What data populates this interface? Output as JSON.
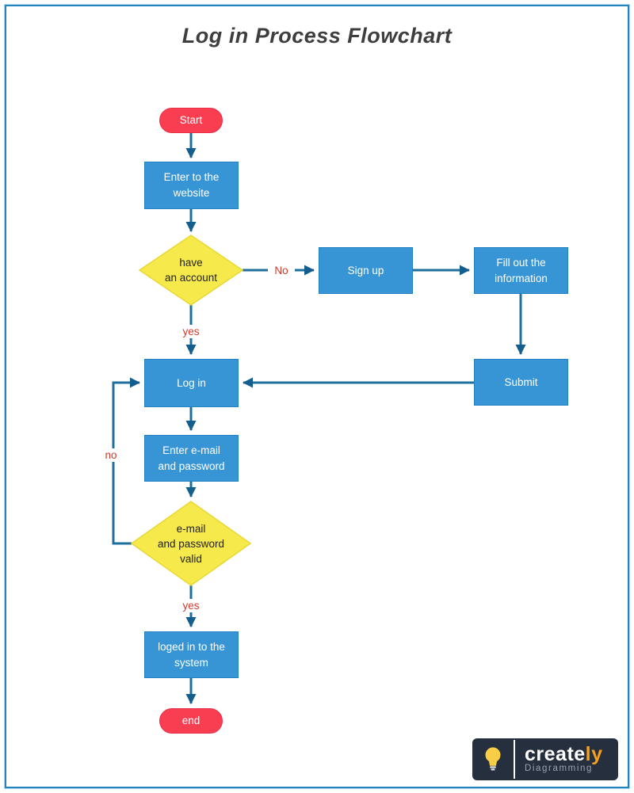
{
  "title": "Log in Process Flowchart",
  "nodes": {
    "start": "Start",
    "enter_website": "Enter to the\nwebsite",
    "have_account": "have\nan account",
    "sign_up": "Sign up",
    "fill_info": "Fill out the\ninformation",
    "submit": "Submit",
    "log_in": "Log in",
    "enter_credentials": "Enter e-mail\nand password",
    "credentials_valid": "e-mail\nand password\nvalid",
    "logged_in": "loged in to the\nsystem",
    "end": "end"
  },
  "edge_labels": {
    "have_account_no": "No",
    "have_account_yes": "yes",
    "valid_no": "no",
    "valid_yes": "yes"
  },
  "logo": {
    "brand_main": "create",
    "brand_accent": "ly",
    "tagline": "Diagramming",
    "icon": "lightbulb-icon"
  },
  "colors": {
    "process_fill": "#3795d5",
    "process_border": "#2382c2",
    "terminator_fill": "#f93e52",
    "terminator_border": "#e73048",
    "decision_fill": "#f6e94b",
    "decision_border": "#e8d834",
    "connector": "#1e6f9e",
    "arrowhead": "#135e8c",
    "edge_label_red": "#d43a2a",
    "page_border_blue": "#2484c0",
    "logo_background": "#262f3d",
    "logo_accent_orange": "#f7a01d",
    "bulb_yellow": "#f8ce46"
  }
}
